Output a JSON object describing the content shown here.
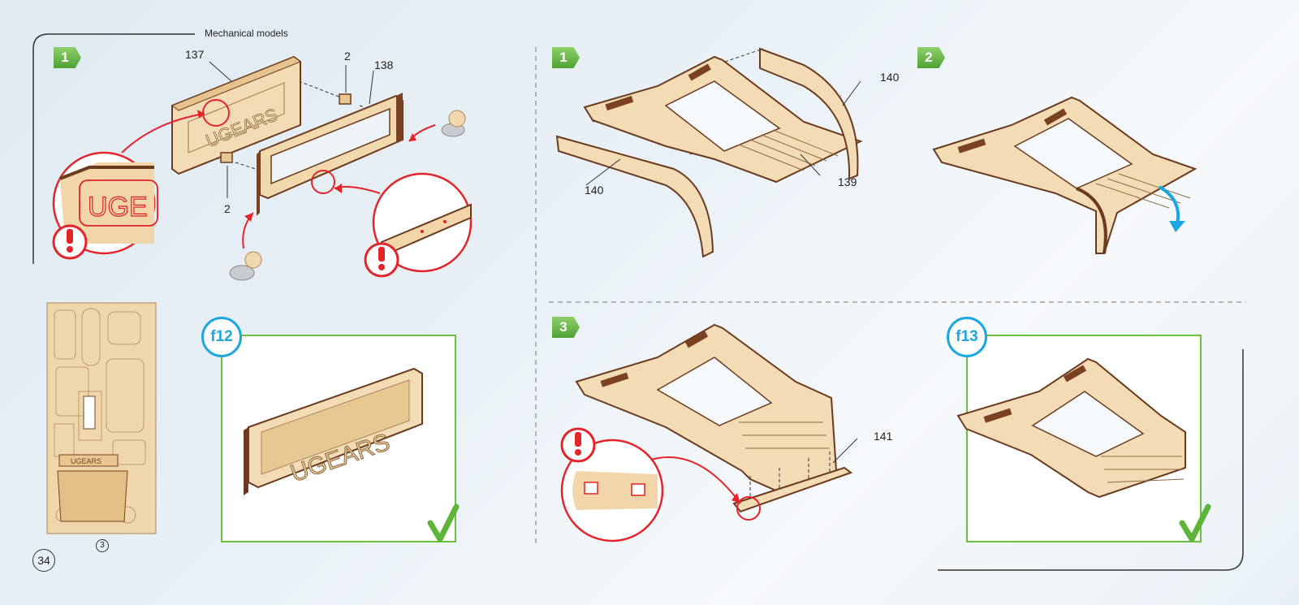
{
  "header": {
    "title": "Mechanical models"
  },
  "left_panel": {
    "step_badge": "1",
    "part_labels": {
      "front_panel": "137",
      "frame": "138",
      "peg_top": "2",
      "peg_bottom": "2"
    },
    "panel_text": "UGEARS",
    "zoom_text": "UGE"
  },
  "figure_f12": {
    "badge": "f12",
    "panel_text": "UGEARS"
  },
  "sheet": {
    "number": "3",
    "panel_text": "UGEARS"
  },
  "page": {
    "number": "34"
  },
  "right_top": {
    "step1_badge": "1",
    "step2_badge": "2",
    "part_labels": {
      "left_rail": "140",
      "right_rail": "140",
      "seat": "139"
    }
  },
  "right_bottom": {
    "step3_badge": "3",
    "part_labels": {
      "bar": "141"
    }
  },
  "figure_f13": {
    "badge": "f13"
  },
  "colors": {
    "step_green": "#5aae3a",
    "f_badge_blue": "#1da6df",
    "warning_red": "#e3242b",
    "plywood": "#f0d7ae",
    "plywood_edge": "#6b3a1e"
  }
}
